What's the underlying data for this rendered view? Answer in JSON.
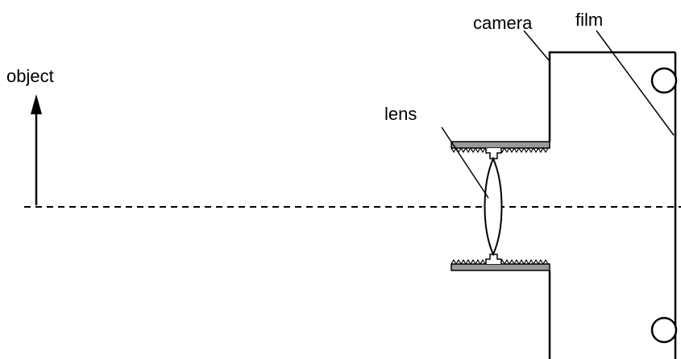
{
  "labels": {
    "object": "object",
    "lens": "lens",
    "camera": "camera",
    "film": "film"
  },
  "colors": {
    "line": "#000000",
    "background": "#ffffff",
    "mount_fill": "#9a9a9a"
  }
}
